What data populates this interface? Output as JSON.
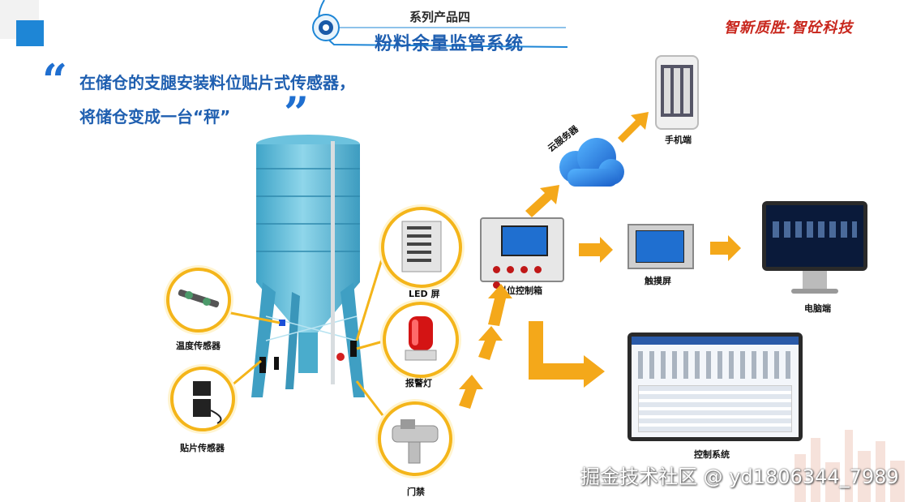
{
  "header": {
    "series_subtitle": "系列产品四",
    "series_title": "粉料余量监管系统",
    "slogan": "智新质胜·智砼科技"
  },
  "headline": {
    "line1": "在储仓的支腿安装料位贴片式传感器，",
    "line2": "将储仓变成一台“秤”"
  },
  "components": {
    "temp_sensor": "温度传感器",
    "patch_sensor": "贴片传感器",
    "led_screen": "LED 屏",
    "alarm_light": "报警灯",
    "access_control": "门禁",
    "control_box": "料位控制箱",
    "cloud_server": "云服务器",
    "mobile": "手机端",
    "touch_screen": "触摸屏",
    "pc": "电脑端",
    "control_system": "控制系统"
  },
  "watermark": "掘金技术社区 @ yd1806344_7989",
  "colors": {
    "accent_blue": "#1f5fb0",
    "arrow_orange": "#f4a81a",
    "slogan_red": "#c8261c",
    "silo_blue": "#5ab8d6"
  },
  "icons": [
    "silo",
    "cloud-icon",
    "phone",
    "monitor",
    "alarm-light",
    "sensor"
  ]
}
